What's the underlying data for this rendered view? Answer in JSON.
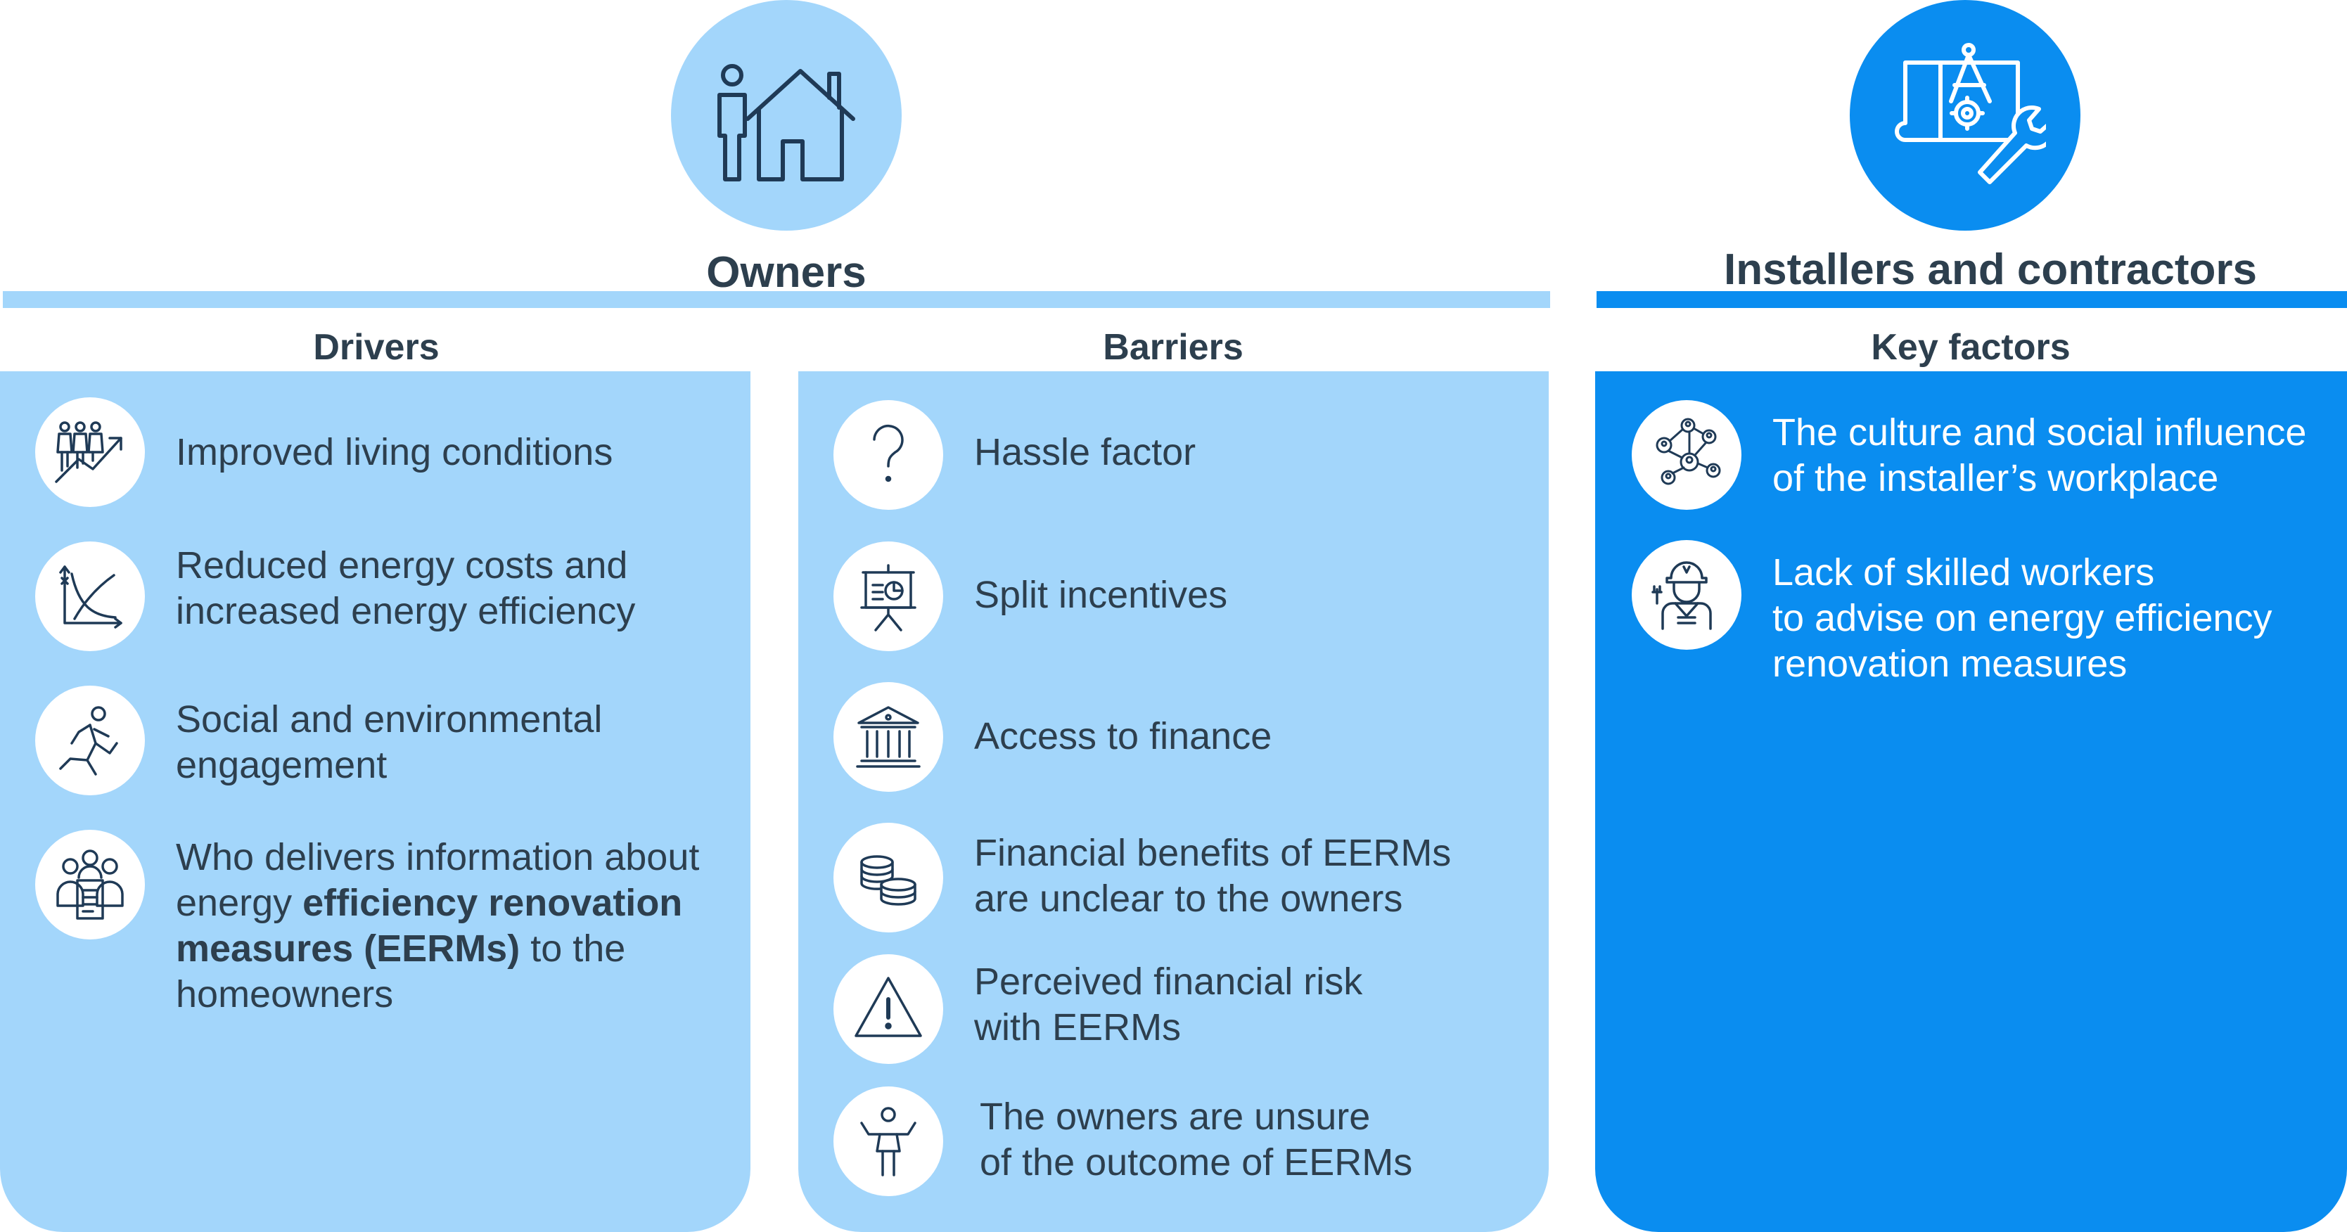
{
  "owners": {
    "title": "Owners",
    "icon": "person-house-icon",
    "drivers": {
      "heading": "Drivers",
      "items": [
        {
          "icon": "people-growth-icon",
          "lines": [
            "Improved living conditions"
          ]
        },
        {
          "icon": "decreasing-curve-icon",
          "lines": [
            "Reduced energy costs and",
            "increased energy efficiency"
          ]
        },
        {
          "icon": "running-person-icon",
          "lines": [
            "Social and environmental",
            "engagement"
          ]
        },
        {
          "icon": "group-document-icon",
          "line1": "Who delivers information about",
          "line2_pre": "energy ",
          "line2_bold": "efficiency renovation",
          "line3_bold": "measures (EERMs)",
          "line3_post": " to the",
          "line4": "homeowners"
        }
      ]
    },
    "barriers": {
      "heading": "Barriers",
      "items": [
        {
          "icon": "question-mark-icon",
          "lines": [
            "Hassle factor"
          ]
        },
        {
          "icon": "presentation-board-icon",
          "lines": [
            "Split incentives"
          ]
        },
        {
          "icon": "bank-building-icon",
          "lines": [
            "Access to finance"
          ]
        },
        {
          "icon": "coins-stack-icon",
          "lines": [
            "Financial benefits of EERMs",
            "are unclear to the owners"
          ]
        },
        {
          "icon": "warning-triangle-icon",
          "lines": [
            "Perceived financial risk",
            "with EERMs"
          ]
        },
        {
          "icon": "shrugging-person-icon",
          "lines": [
            "The owners are unsure",
            "of the outcome of EERMs"
          ]
        }
      ]
    }
  },
  "installers": {
    "title": "Installers and contractors",
    "icon": "blueprint-wrench-icon",
    "key_factors": {
      "heading": "Key factors",
      "items": [
        {
          "icon": "network-people-icon",
          "lines": [
            "The culture and social influence",
            "of the installer’s workplace"
          ]
        },
        {
          "icon": "worker-hardhat-icon",
          "lines": [
            "Lack of skilled workers",
            "to advise on energy efficiency",
            "renovation measures"
          ]
        }
      ]
    }
  },
  "colors": {
    "light_blue": "#a3d6fb",
    "bright_blue": "#0a8df0",
    "text_dark": "#2d3f4e",
    "icon_navy": "#1f3a56"
  }
}
